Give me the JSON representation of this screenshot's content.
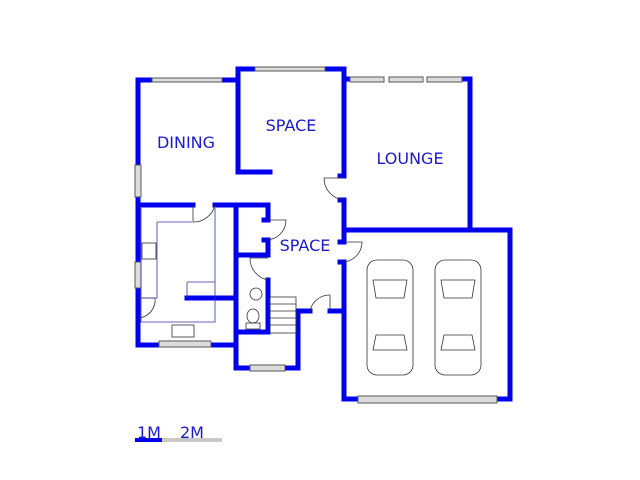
{
  "rooms": {
    "dining": "DINING",
    "space_top": "SPACE",
    "lounge": "LOUNGE",
    "space_mid": "SPACE"
  },
  "scale": {
    "one": "1M",
    "two": "2M"
  },
  "colors": {
    "wall": "#0000ee",
    "label": "#1a1acc"
  }
}
